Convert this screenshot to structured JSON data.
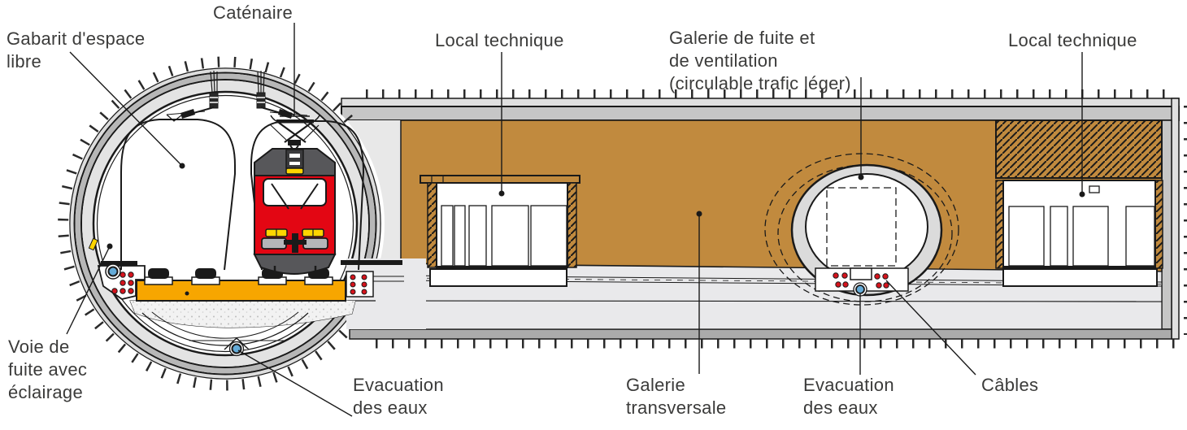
{
  "labels": {
    "catenaire": "Caténaire",
    "gabarit": "Gabarit d'espace\nlibre",
    "local_technique_left": "Local technique",
    "galerie_fuite": "Galerie de fuite et\nde ventilation\n(circulable trafic léger)",
    "local_technique_right": "Local technique",
    "voie_fuite": "Voie de\nfuite avec\néclairage",
    "evacuation_eaux_left": "Evacuation\ndes eaux",
    "galerie_transversale": "Galerie\ntransversale",
    "evacuation_eaux_right": "Evacuation\ndes eaux",
    "cables": "Câbles"
  },
  "colors": {
    "gallery_brown": "#C18A3E",
    "track_slab_orange": "#F7A600",
    "locomotive_red": "#E30613",
    "roof_gray": "#57575A",
    "cable_dot_red": "#D6131C",
    "pipe_blue": "#64ABD8",
    "lamp_yellow": "#FFD500",
    "lining_gray_dark": "#B7B7B7",
    "lining_gray_light": "#E2E2E2",
    "floor_gray": "#E9E9EB",
    "label_text": "#3B3B3A"
  }
}
